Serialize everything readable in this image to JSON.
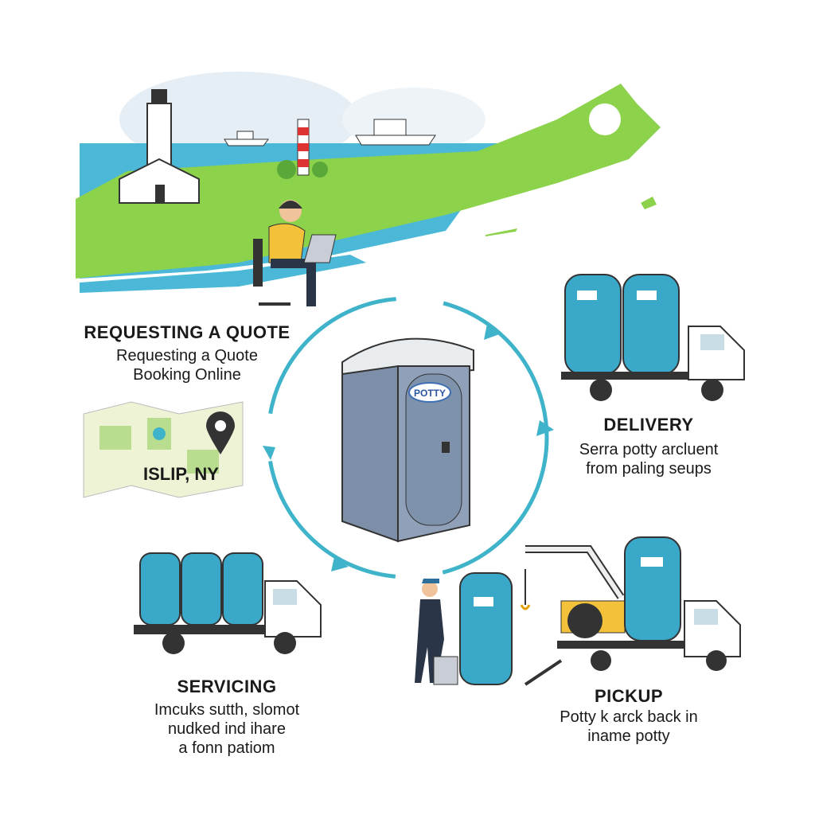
{
  "steps": {
    "quote": {
      "title": "REQUESTING A QUOTE",
      "lines": [
        "Requesting a Quote",
        "Booking Online"
      ]
    },
    "location": {
      "label": "ISLIP, NY"
    },
    "delivery": {
      "title": "DELIVERY",
      "lines": [
        "Serra potty arcluent",
        "from paling seups"
      ]
    },
    "servicing": {
      "title": "SERVICING",
      "lines": [
        "Imcuks sutth, slomot",
        "nudked ind ihare",
        "a fonn patiom"
      ]
    },
    "pickup": {
      "title": "PICKUP",
      "lines": [
        "Potty k arck back in",
        "iname potty"
      ]
    }
  },
  "center": {
    "door_label": "POTTY"
  },
  "colors": {
    "accent": "#3fb3c9",
    "land": "#8cd24a",
    "water": "#4bb8d8",
    "toilet": "#3aa9c9",
    "toilet_gray": "#7d8fa8"
  }
}
